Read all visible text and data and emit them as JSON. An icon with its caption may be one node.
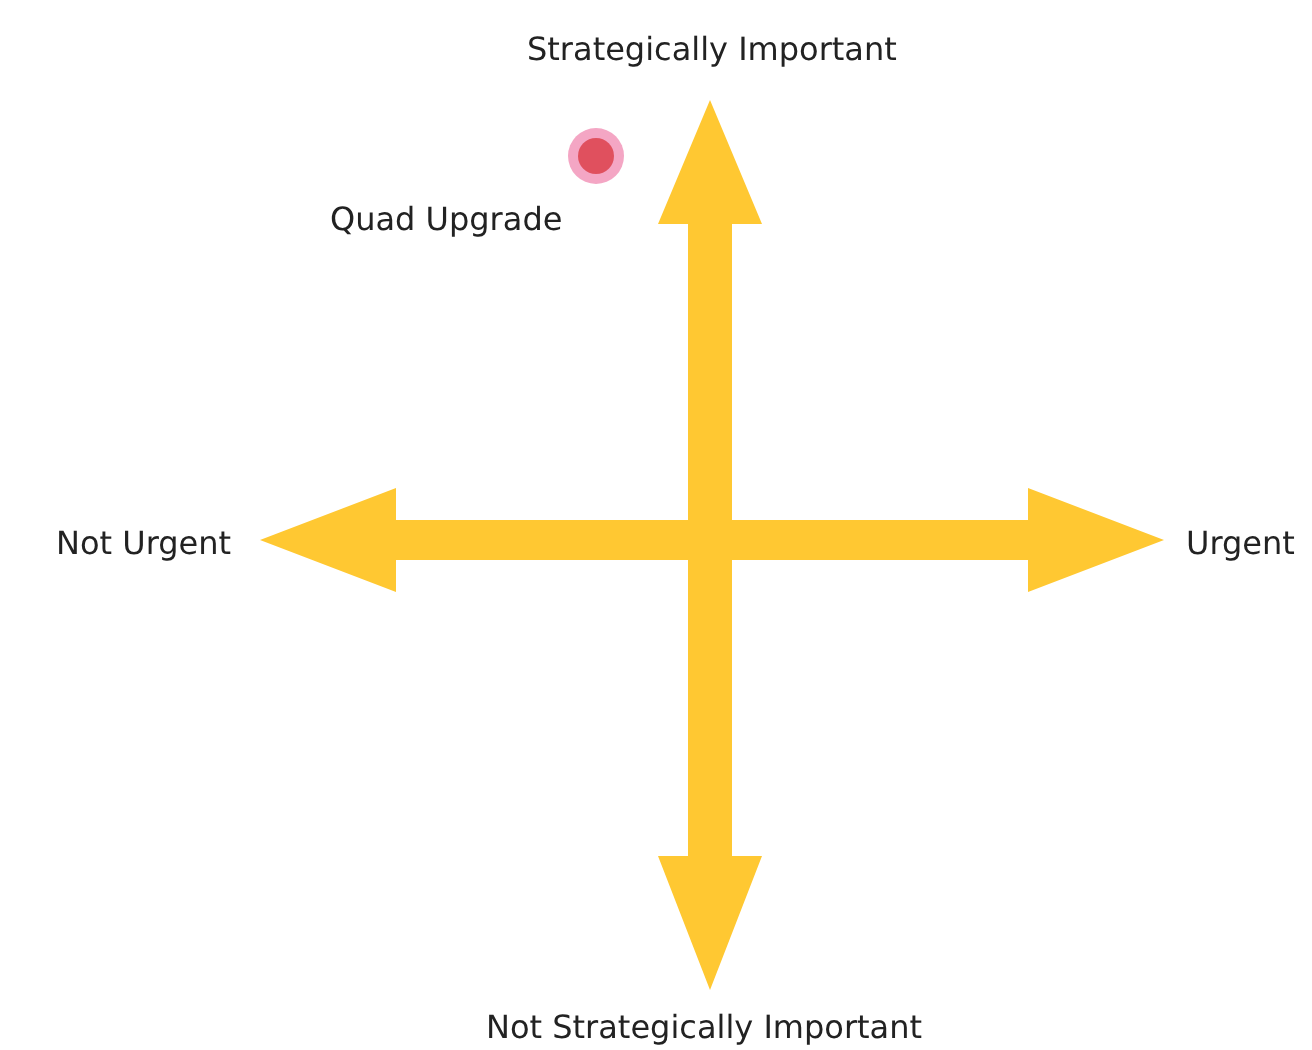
{
  "diagram": {
    "labels": [
      "Strategically Important",
      "Quad Upgrade",
      "Not Urgent",
      "Urgent",
      "Not Strategically Important"
    ]
  }
}
